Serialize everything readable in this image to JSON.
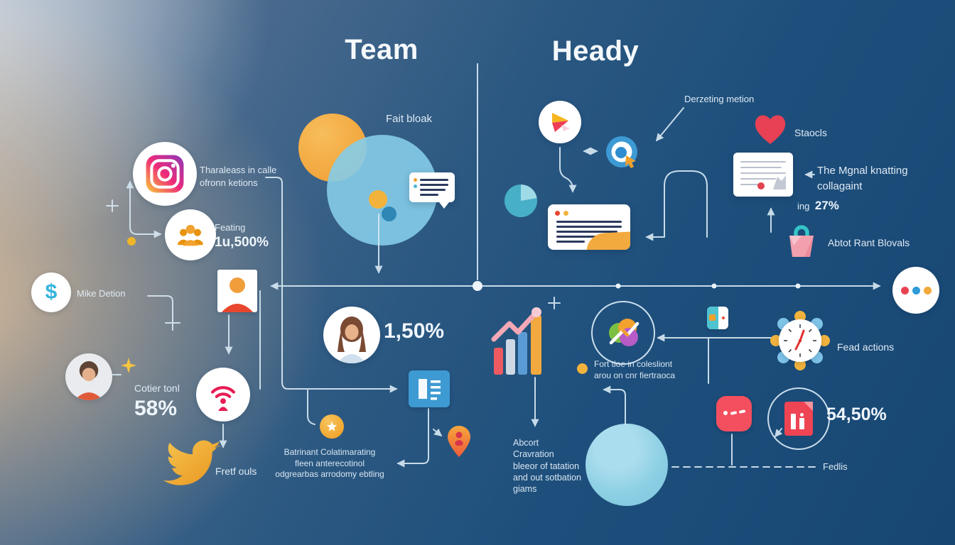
{
  "titles": {
    "left": "Team",
    "right": "Heady"
  },
  "colors": {
    "background_deep_blue": "#1b4d7c",
    "warm_glow": "#eec9a0",
    "accent_orange": "#f2a93e",
    "accent_red": "#ee4656",
    "accent_pink": "#ef2a63",
    "accent_blue": "#3e9ad2",
    "accent_teal": "#49b8d0",
    "accent_yellow": "#f2b33d",
    "line_color": "#d6e7f2"
  },
  "nodes": {
    "instagram": {
      "icon": "instagram-icon",
      "line1": "Tharaleass in calle",
      "line2": "ofronn ketions"
    },
    "audience": {
      "icon": "people-group-icon",
      "label": "Feating",
      "value": "1u,500%"
    },
    "money": {
      "icon": "dollar-icon",
      "label": "Mike Detion"
    },
    "person_left": {
      "icon": "avatar-icon",
      "label": "Cotier tonl",
      "value": "58%"
    },
    "hotspot": {
      "icon": "wifi-hotspot-icon"
    },
    "twitter": {
      "icon": "twitter-bird-icon",
      "label": "Fretf ouls"
    },
    "bubbles": {
      "label": "Fait bloak"
    },
    "person_center": {
      "icon": "avatar-icon",
      "value": "1,50%"
    },
    "campaign_note": {
      "line1": "Batrinant Colatimarating",
      "line2": "fleen anterecotinol",
      "line3": "odgrearbas arrodomy ebtling"
    },
    "growth_note": {
      "line1": "Abcort",
      "line2": "Cravration",
      "line3": "bleeor of tatation",
      "line4": "and out sotbation",
      "line5": "giams"
    },
    "targeting": {
      "icon": "target-icon",
      "label": "Derzeting metion"
    },
    "likes": {
      "icon": "heart-icon",
      "label": "Staocls"
    },
    "report": {
      "line1": "The Mgnal knatting",
      "line2": "collagaint",
      "prefix": "ing",
      "value": "27%"
    },
    "shopping": {
      "icon": "shopping-bag-icon",
      "label": "Abtot Rant Blovals"
    },
    "schedule": {
      "icon": "clock-icon",
      "label": "Fead actions"
    },
    "document": {
      "icon": "red-file-icon",
      "value": "54,50%"
    },
    "timeline": {
      "label": "Fedlis"
    },
    "palette_note": {
      "icon": "palette-icon",
      "line1": "Fort tloe in colesliont",
      "line2": "arou on cnr fiertraoca"
    }
  }
}
